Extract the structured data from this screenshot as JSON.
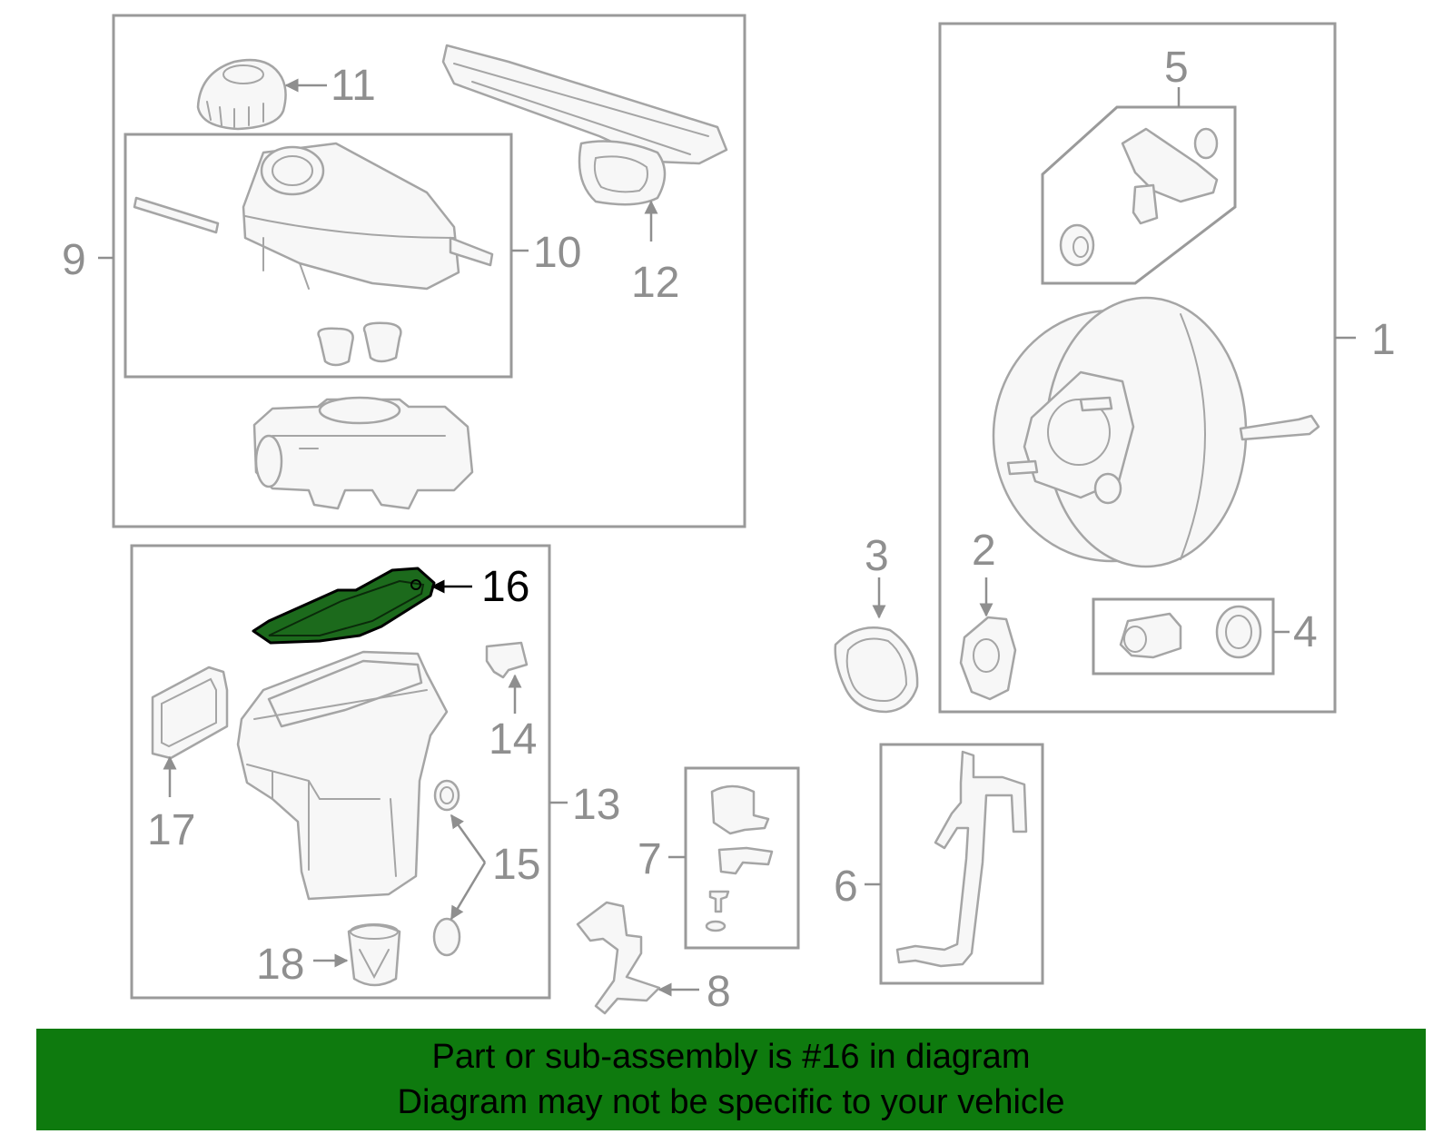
{
  "diagram": {
    "highlighted_part": "16",
    "highlight_color": "#1c6a1c",
    "callouts": {
      "c1": "1",
      "c2": "2",
      "c3": "3",
      "c4": "4",
      "c5": "5",
      "c6": "6",
      "c7": "7",
      "c8": "8",
      "c9": "9",
      "c10": "10",
      "c11": "11",
      "c12": "12",
      "c13": "13",
      "c14": "14",
      "c15": "15",
      "c16": "16",
      "c17": "17",
      "c18": "18"
    }
  },
  "banner": {
    "line1": "Part or sub-assembly is #16 in diagram",
    "line2": "Diagram may not be specific to your vehicle",
    "background": "#0e7a0e"
  }
}
